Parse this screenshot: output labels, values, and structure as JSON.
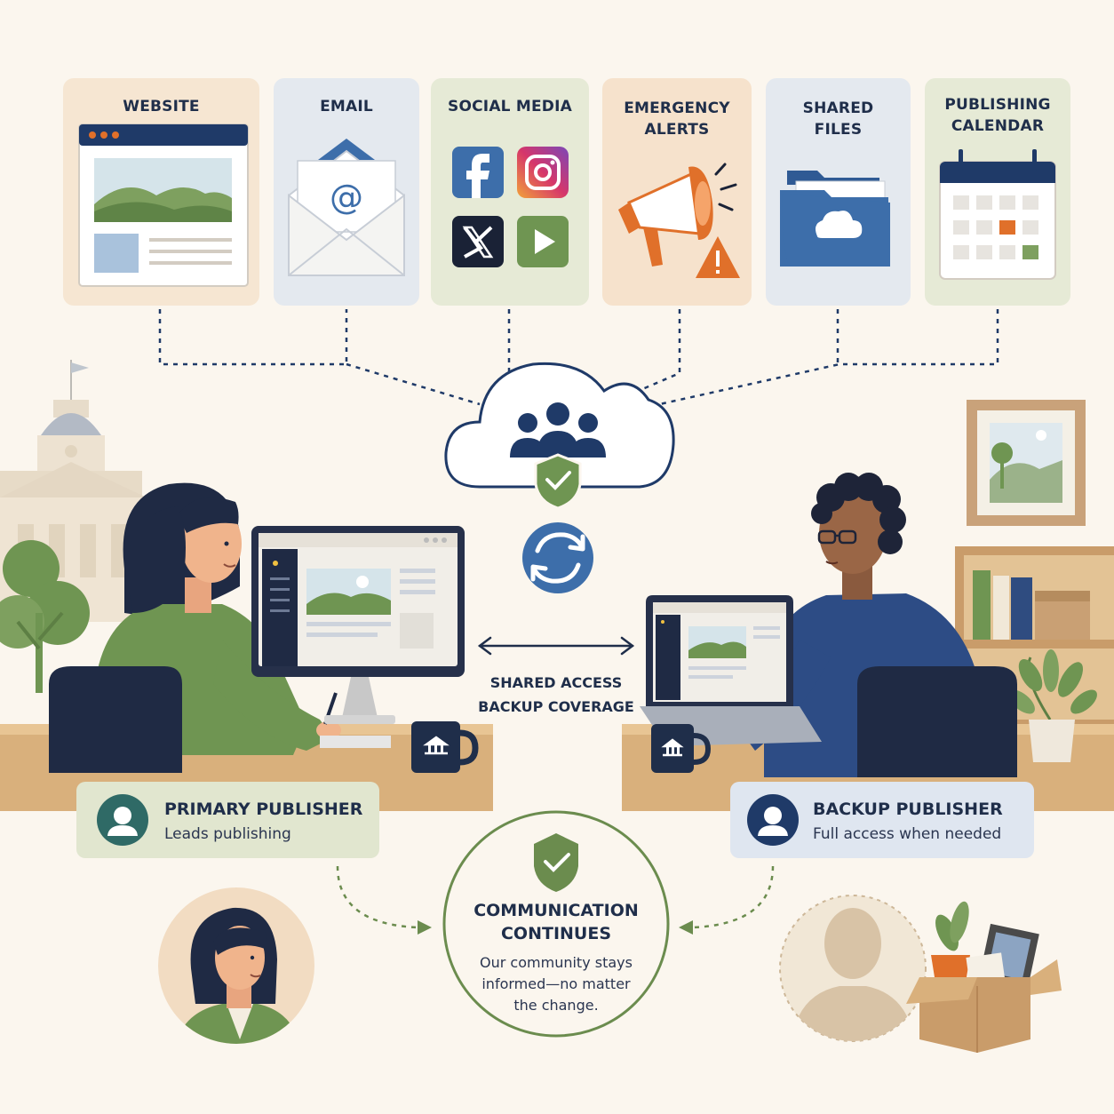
{
  "channels": [
    {
      "title": "WEBSITE",
      "icon": "website-icon"
    },
    {
      "title": "EMAIL",
      "icon": "email-icon"
    },
    {
      "title": "SOCIAL MEDIA",
      "icon": "social-media-icons"
    },
    {
      "title": "EMERGENCY\nALERTS",
      "icon": "megaphone-icon"
    },
    {
      "title": "SHARED\nFILES",
      "icon": "cloud-folder-icon"
    },
    {
      "title": "PUBLISHING\nCALENDAR",
      "icon": "calendar-icon"
    }
  ],
  "hub": {
    "icon": "cloud-team-icon",
    "sync_icon": "sync-icon"
  },
  "shared_access": {
    "line1": "SHARED ACCESS",
    "line2": "BACKUP COVERAGE"
  },
  "primary": {
    "title": "PRIMARY PUBLISHER",
    "subtitle": "Leads publishing"
  },
  "backup": {
    "title": "BACKUP PUBLISHER",
    "subtitle": "Full access when needed"
  },
  "outcome": {
    "title1": "COMMUNICATION",
    "title2": "CONTINUES",
    "body1": "Our community stays",
    "body2": "informed—no matter",
    "body3": "the change."
  },
  "colors": {
    "navy": "#1f3a68",
    "green": "#6b8c4e",
    "orange": "#e0702a",
    "blue": "#3d6eaa",
    "cream": "#fbf6ee"
  }
}
